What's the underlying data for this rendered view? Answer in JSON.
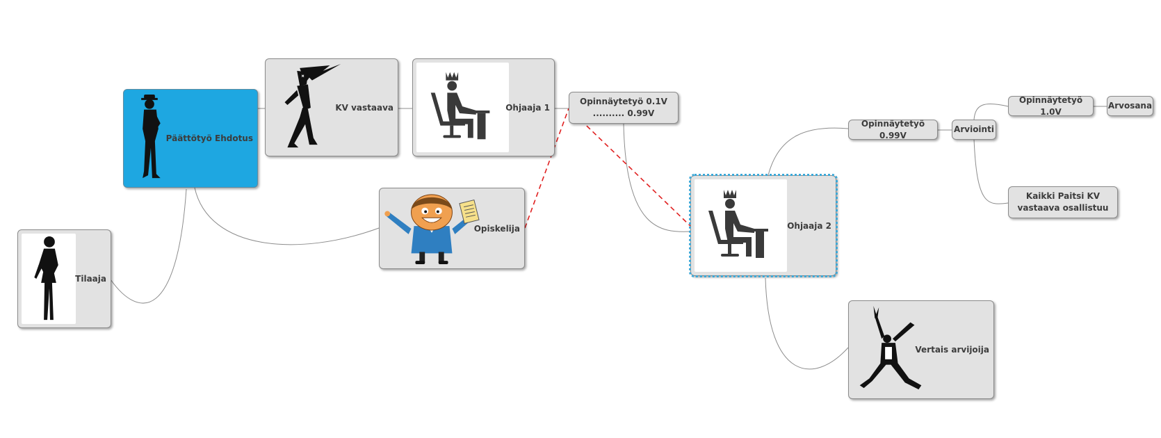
{
  "nodes": {
    "tilaaja": "Tilaaja",
    "paattotyo": "Päättötyö Ehdotus",
    "kv_vastaava": "KV vastaava",
    "ohjaaja1": "Ohjaaja 1",
    "opiskelija": "Opiskelija",
    "opinnaytetyo_01": {
      "line1": "Opinnäytetyö 0.1V",
      "line2": ".......... 0.99V"
    },
    "ohjaaja2": "Ohjaaja 2",
    "opinnaytetyo_099": "Opinnäytetyö 0.99V",
    "arviointi": "Arviointi",
    "opinnaytetyo_10": "Opinnäytetyö 1.0V",
    "arvosana": "Arvosana",
    "kaikki_paitsi": {
      "line1": "Kaikki Paitsi KV",
      "line2": "vastaava osallistuu"
    },
    "vertais": "Vertais arvijoija"
  },
  "icons": {
    "tilaaja": "woman-silhouette-icon",
    "paattotyo": "man-hat-silhouette-icon",
    "kv_vastaava": "pointing-figure-icon",
    "ohjaaja1": "king-at-desk-icon",
    "opiskelija": "cartoon-student-icon",
    "ohjaaja2": "king-at-desk-icon",
    "vertais": "jumping-figure-icon"
  },
  "colors": {
    "selected_node": "#1ea7e1",
    "node": "#e2e2e2",
    "focus_outline": "#3aa8d8",
    "dashed_link": "#e02020",
    "link": "#808080"
  }
}
